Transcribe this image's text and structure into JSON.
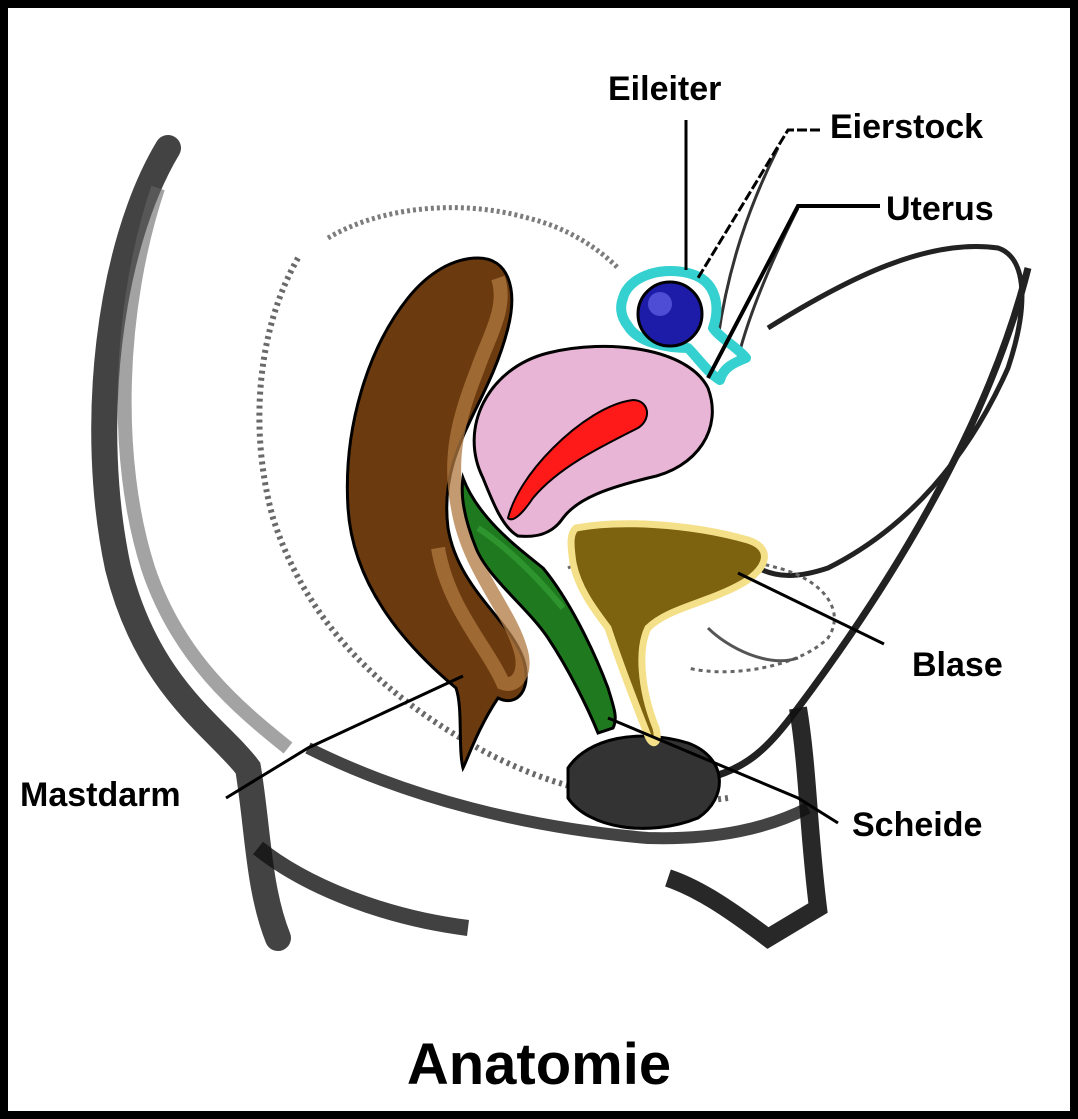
{
  "title": "Anatomie",
  "labels": {
    "eileiter": "Eileiter",
    "eierstock": "Eierstock",
    "uterus": "Uterus",
    "blase": "Blase",
    "mastdarm": "Mastdarm",
    "scheide": "Scheide"
  },
  "colors": {
    "rectum": "#6b3a0e",
    "rectum_highlight": "#b07a42",
    "uterus": "#e9b5d6",
    "uterine_cavity": "#ff1a1a",
    "vagina": "#1f7a1f",
    "bladder": "#7d6210",
    "bladder_outline": "#f5e08a",
    "ovary": "#1c1ca8",
    "fallopian_tube": "#35d0d0",
    "frame": "#000000"
  }
}
